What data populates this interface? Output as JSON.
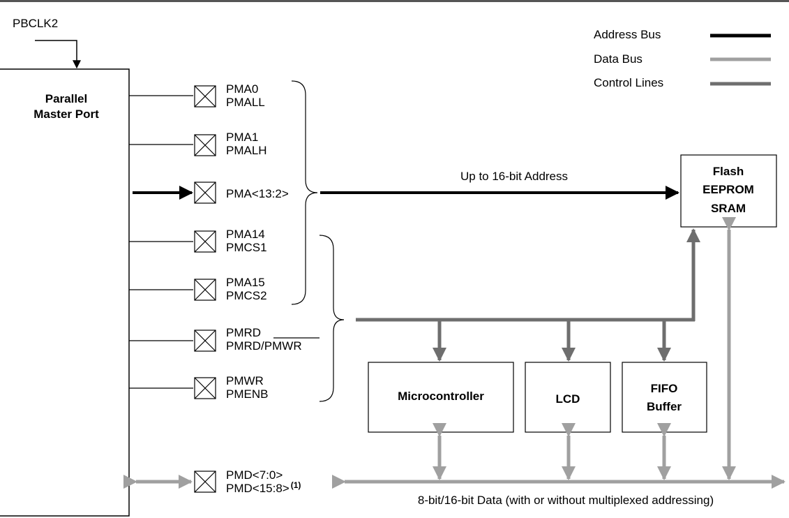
{
  "clock": {
    "label": "PBCLK2"
  },
  "pmp_block": {
    "line1": "Parallel",
    "line2": "Master Port"
  },
  "legend": {
    "address_bus": "Address Bus",
    "data_bus": "Data Bus",
    "control_lines": "Control Lines",
    "colors": {
      "address": "#000000",
      "data": "#a0a0a0",
      "control": "#6e6e6e"
    }
  },
  "pins": [
    {
      "line1": "PMA0",
      "line2": "PMALL"
    },
    {
      "line1": "PMA1",
      "line2": "PMALH"
    },
    {
      "line1": "PMA<13:2>",
      "line2": ""
    },
    {
      "line1": "PMA14",
      "line2": "PMCS1"
    },
    {
      "line1": "PMA15",
      "line2": "PMCS2"
    },
    {
      "line1": "PMRD",
      "line2": "PMRD/PMWR"
    },
    {
      "line1": "PMWR",
      "line2": "PMENB"
    }
  ],
  "data_pin": {
    "line1": "PMD<7:0>",
    "line2": "PMD<15:8>",
    "footnote": "(1)"
  },
  "address_label": "Up to 16-bit Address",
  "memory": {
    "line1": "Flash",
    "line2": "EEPROM",
    "line3": "SRAM"
  },
  "devices": {
    "microcontroller": "Microcontroller",
    "lcd": "LCD",
    "fifo_line1": "FIFO",
    "fifo_line2": "Buffer"
  },
  "data_bus_label": "8-bit/16-bit Data (with or without multiplexed addressing)"
}
